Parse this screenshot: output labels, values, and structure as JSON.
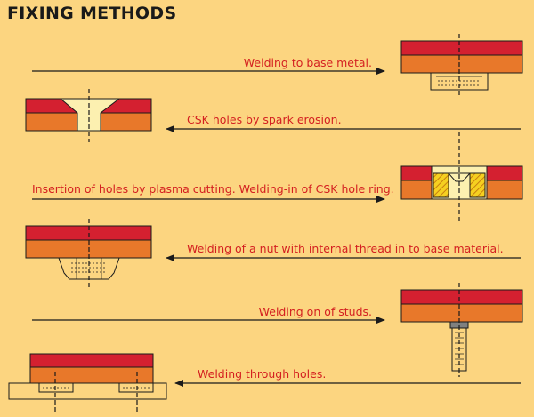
{
  "title": "FIXING METHODS",
  "methods": [
    {
      "label": "Welding to base metal.",
      "arrow": "right"
    },
    {
      "label": "CSK holes by spark erosion.",
      "arrow": "left"
    },
    {
      "label": "Insertion of holes by plasma cutting. Welding-in of CSK hole ring.",
      "arrow": "right"
    },
    {
      "label": "Welding of a nut with internal thread in to base material.",
      "arrow": "left"
    },
    {
      "label": "Welding on of studs.",
      "arrow": "right"
    },
    {
      "label": "Welding through holes.",
      "arrow": "left"
    }
  ],
  "colors": {
    "background": "#fcd580",
    "wear_layer": "#d42030",
    "base_plate": "#e8782a",
    "label_text": "#d42020",
    "line": "#1a1a1a"
  }
}
